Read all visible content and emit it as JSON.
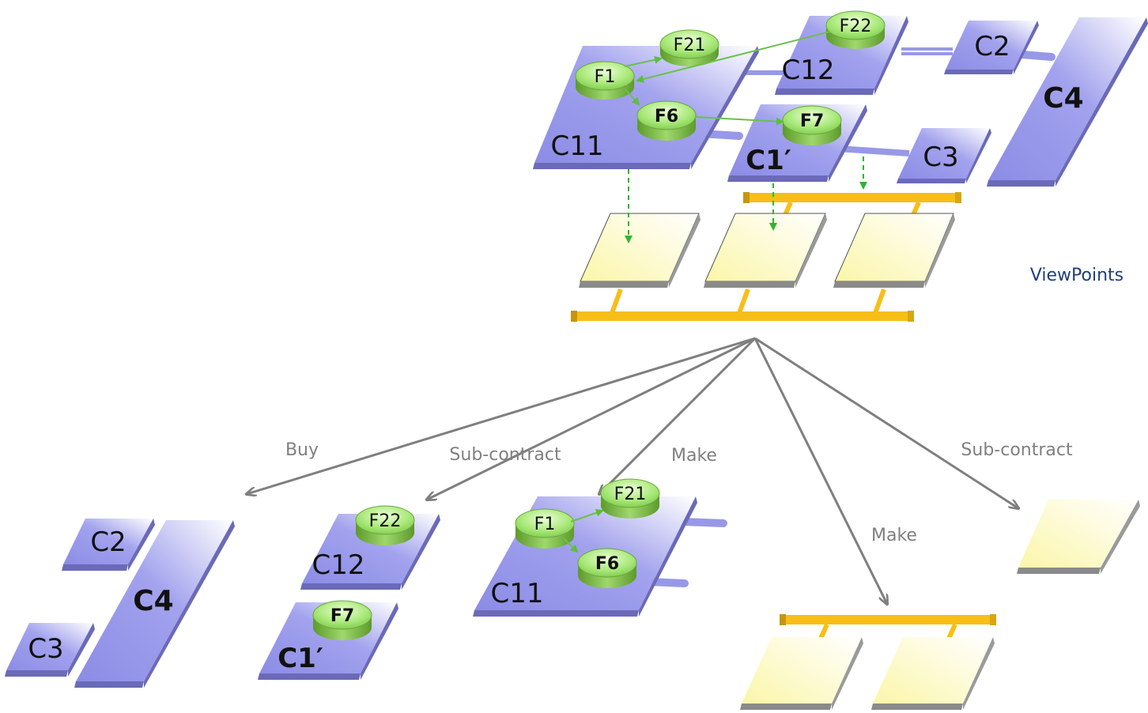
{
  "colors": {
    "component_top": "#9898e8",
    "component_side": "#6a6ab8",
    "function_fill": "#9fe06a",
    "function_edge": "#4f8a2a",
    "viewpoint_fill": "#fbf7b8",
    "viewpoint_side": "#9a9a9a",
    "bus": "#f7be18",
    "arrow_grey": "#7f7f7f",
    "dashed_green": "#2fb52f",
    "viewpoints_text": "#1f3f7f"
  },
  "top": {
    "components": {
      "c11": "C11",
      "c12": "C12",
      "c1prime": "C1′",
      "c2": "C2",
      "c3": "C3",
      "c4": "C4"
    },
    "functions": {
      "f1": "F1",
      "f21": "F21",
      "f22": "F22",
      "f6": "F6",
      "f7": "F7"
    },
    "viewpoints_label": "ViewPoints"
  },
  "branches": {
    "buy": "Buy",
    "subcontract_left": "Sub-contract",
    "make_center": "Make",
    "make_right": "Make",
    "subcontract_right": "Sub-contract"
  },
  "bottom": {
    "buy_group": {
      "c2": "C2",
      "c3": "C3",
      "c4": "C4"
    },
    "subcontract_group": {
      "c12": "C12",
      "f22": "F22",
      "c1prime": "C1′",
      "f7": "F7"
    },
    "make_group": {
      "c11": "C11",
      "f1": "F1",
      "f21": "F21",
      "f6": "F6"
    }
  }
}
